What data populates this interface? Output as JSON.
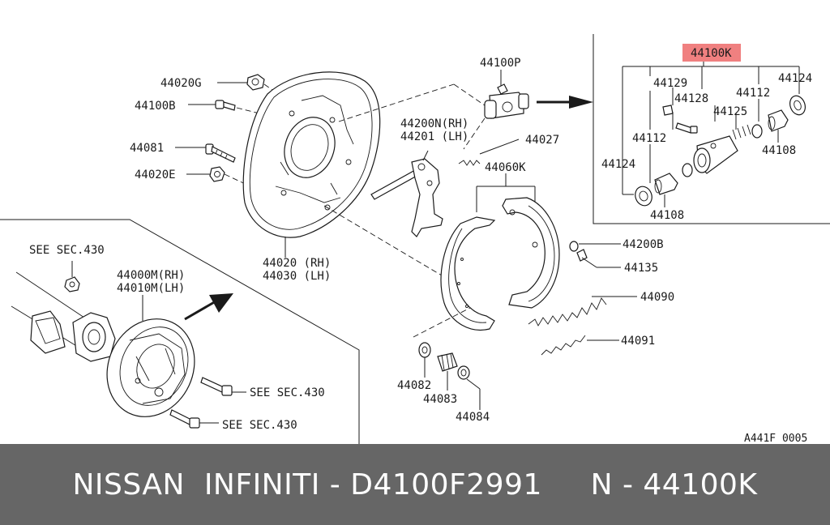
{
  "diagram": {
    "labels": {
      "l44020g": "44020G",
      "l44100b": "44100B",
      "l44081": "44081",
      "l44020e": "44020E",
      "l44020rh": "44020 (RH)",
      "l44030lh": "44030 (LH)",
      "l44100p": "44100P",
      "l44200n": "44200N(RH)",
      "l44201": "44201  (LH)",
      "l44027": "44027",
      "l44060k": "44060K",
      "l44200b": "44200B",
      "l44135": "44135",
      "l44090": "44090",
      "l44091": "44091",
      "l44082": "44082",
      "l44083": "44083",
      "l44084": "44084",
      "see1": "SEE SEC.430",
      "see2": "SEE SEC.430",
      "see3": "SEE SEC.430",
      "l44000m": "44000M(RH)",
      "l44010m": "44010M(LH)",
      "l44100k": "44100K",
      "l44129": "44129",
      "l44128": "44128",
      "l44112a": "44112",
      "l44124a": "44124",
      "l44125": "44125",
      "l44112b": "44112",
      "l44124b": "44124",
      "l44108a": "44108",
      "l44108b": "44108",
      "ref": "A441F 0005"
    },
    "highlight_color": "#f08080"
  },
  "footer": {
    "text": "NISSAN  INFINITI - D4100F2991     N - 44100K",
    "background": "#666666"
  }
}
